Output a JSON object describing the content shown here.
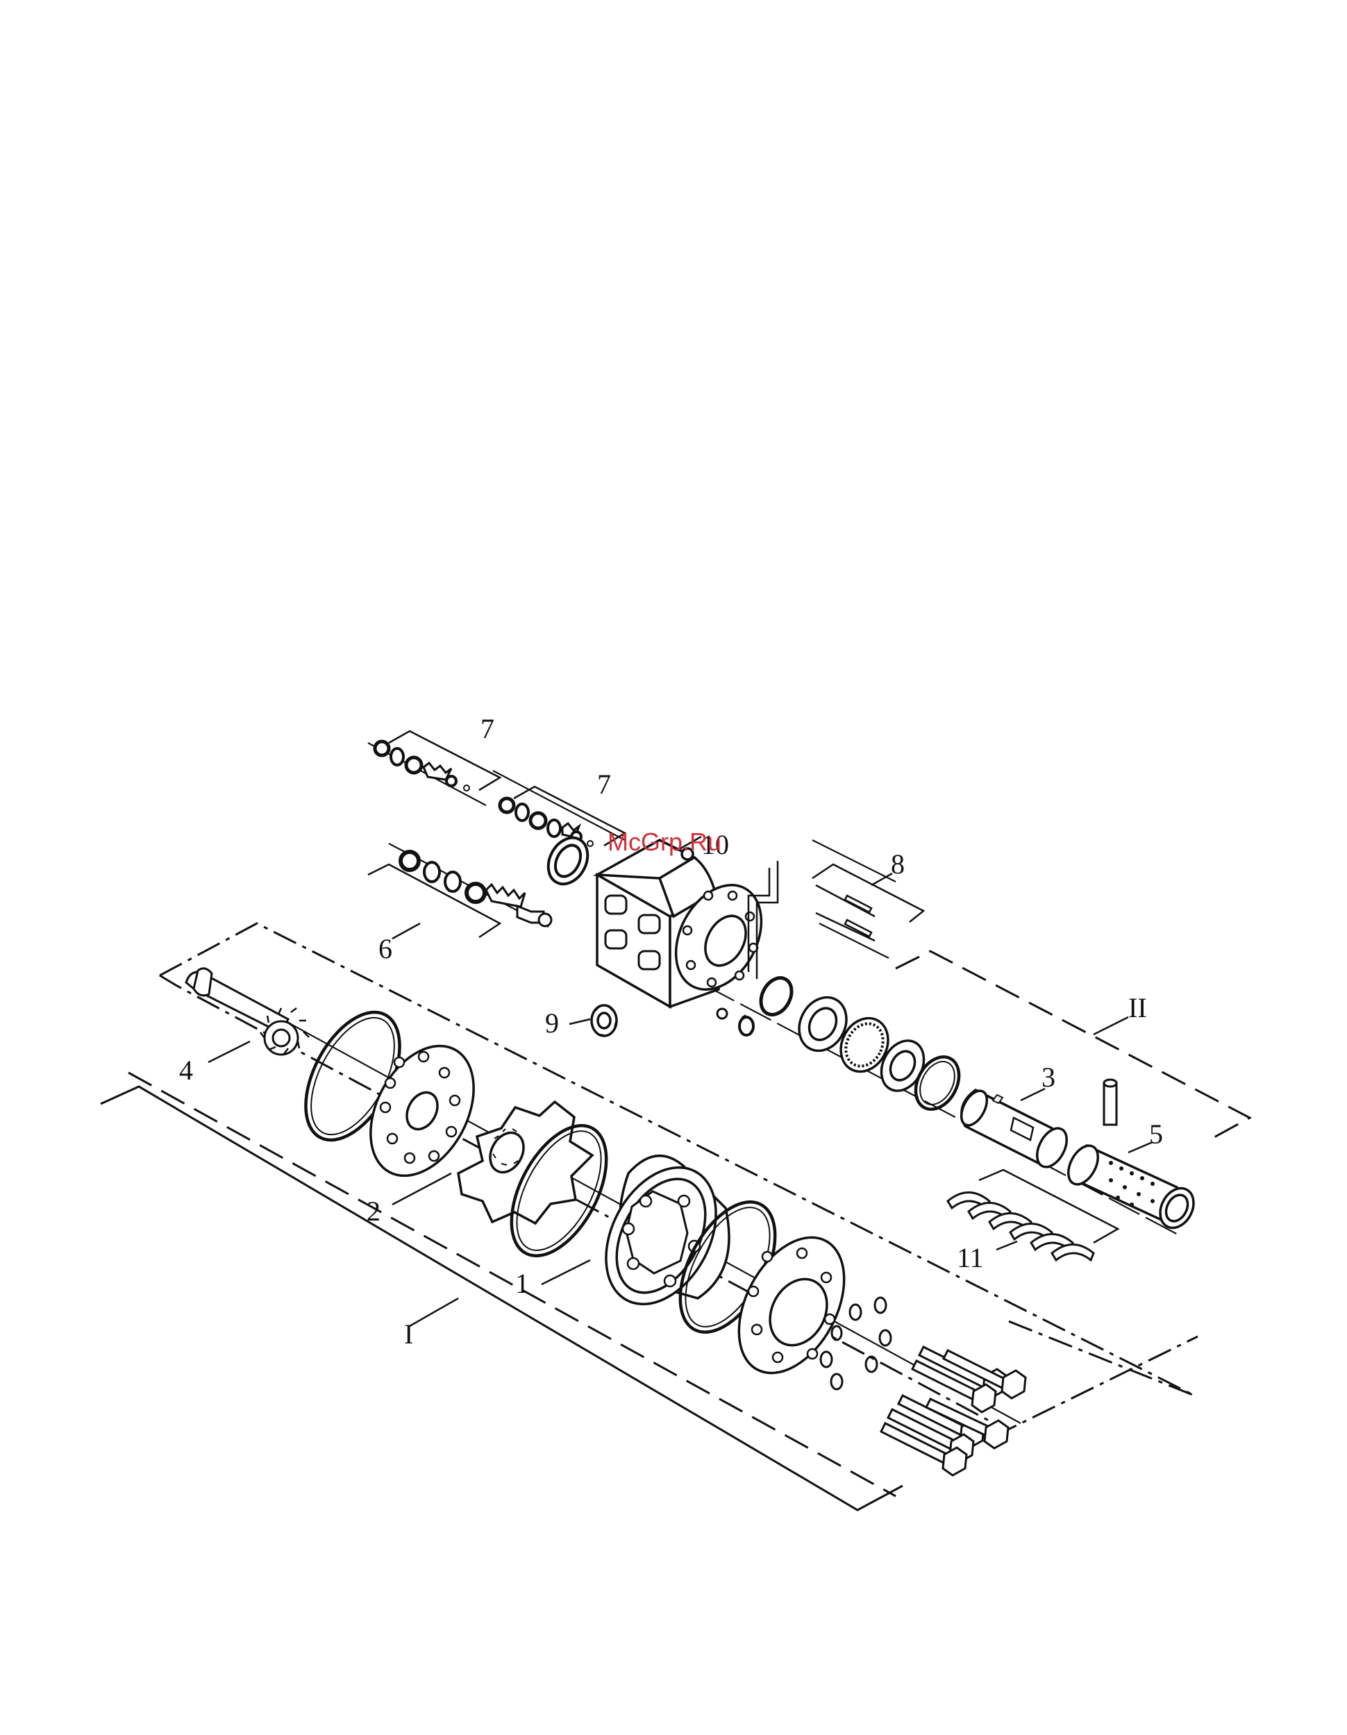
{
  "diagram": {
    "watermark": "McGrp.Ru",
    "callouts": {
      "c1": "1",
      "c2": "2",
      "c3": "3",
      "c4": "4",
      "c5": "5",
      "c6": "6",
      "c7a": "7",
      "c7b": "7",
      "c8": "8",
      "c9": "9",
      "c10": "10",
      "c11": "11",
      "gI": "I",
      "gII": "II"
    }
  },
  "colors": {
    "ink": "#111111",
    "paper": "#ffffff",
    "watermark": "#d0303a"
  }
}
